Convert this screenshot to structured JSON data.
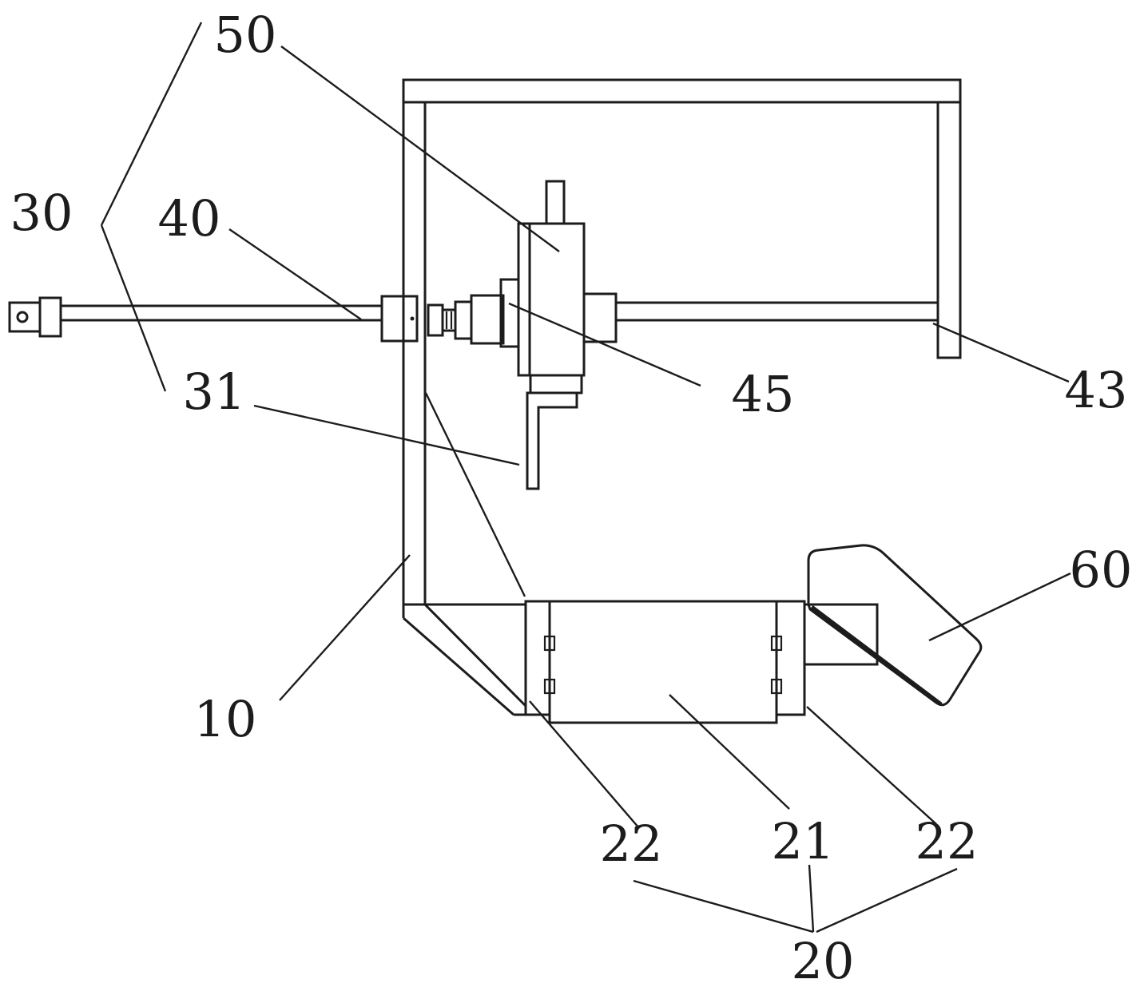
{
  "figure": {
    "kind": "patent mechanical line drawing",
    "background": "#ffffff",
    "ink": "#1c1c1c"
  },
  "labels": {
    "l50": "50",
    "l30": "30",
    "l40": "40",
    "l31": "31",
    "l45": "45",
    "l43": "43",
    "l60": "60",
    "l10": "10",
    "l22_left": "22",
    "l21": "21",
    "l22_right": "22",
    "l20": "20"
  }
}
